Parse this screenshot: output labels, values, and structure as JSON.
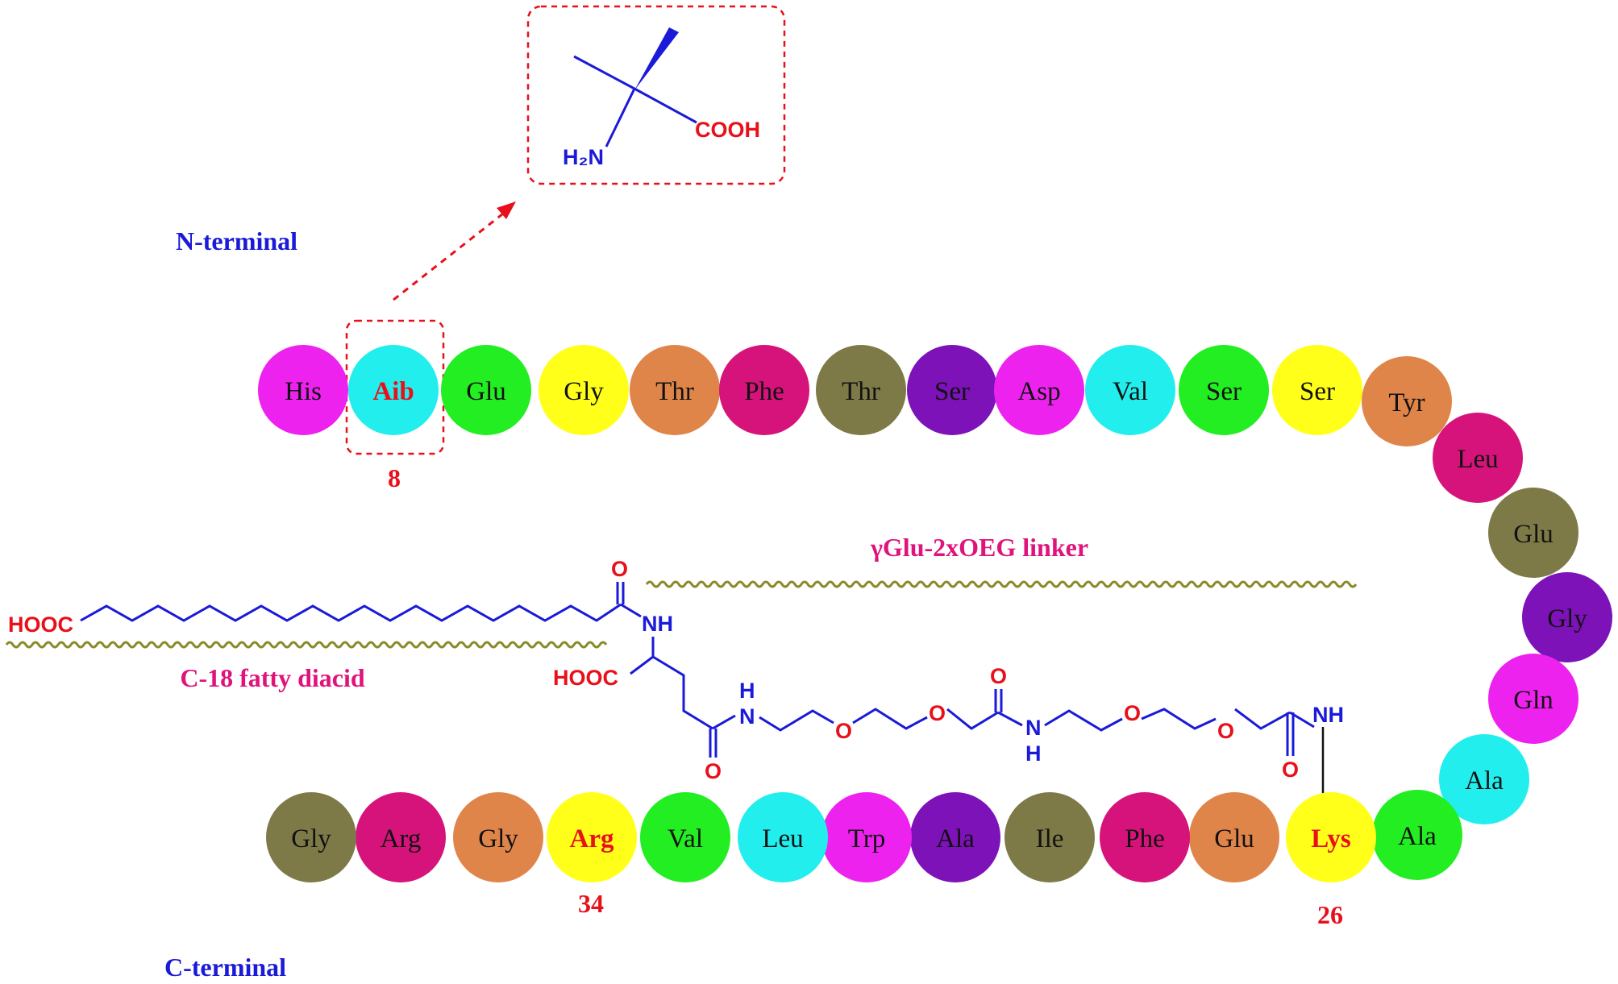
{
  "colors": {
    "blue": "#1a1ad8",
    "red": "#e8101a",
    "magenta": "#e0137c",
    "olive_wave": "#8a8a2a",
    "box_red": "#e8101a"
  },
  "labels": {
    "n_terminal": "N-terminal",
    "c_terminal": "C-terminal",
    "linker": "γGlu-2xOEG linker",
    "fatty_diacid": "C-18 fatty diacid",
    "pos_8": "8",
    "pos_34": "34",
    "pos_26": "26"
  },
  "aib_structure": {
    "cooh": "COOH",
    "h2n": "H₂N"
  },
  "side_chain": {
    "hooc_left": "HOOC",
    "hooc_glu": "HOOC",
    "nh1": "NH",
    "nh2": "H",
    "n2": "N",
    "nh3": "N",
    "h3": "H",
    "nh_end": "NH",
    "o_top": "O",
    "o_glu": "O",
    "o_ether1": "O",
    "o_ether2": "O",
    "o_carbonyl2": "O",
    "o_ether3": "O",
    "o_ether4": "O",
    "o_carbonyl3": "O"
  },
  "residues": [
    {
      "name": "His",
      "color": "#ee22ee",
      "text": "#111111"
    },
    {
      "name": "Aib",
      "color": "#22eeee",
      "text": "#e8101a",
      "bold": true
    },
    {
      "name": "Glu",
      "color": "#22ee22",
      "text": "#111111"
    },
    {
      "name": "Gly",
      "color": "#ffff1a",
      "text": "#111111"
    },
    {
      "name": "Thr",
      "color": "#e0854a",
      "text": "#111111"
    },
    {
      "name": "Phe",
      "color": "#d6137a",
      "text": "#111111"
    },
    {
      "name": "Thr",
      "color": "#7d7a47",
      "text": "#111111"
    },
    {
      "name": "Ser",
      "color": "#7c12b8",
      "text": "#111111"
    },
    {
      "name": "Asp",
      "color": "#ee22ee",
      "text": "#111111"
    },
    {
      "name": "Val",
      "color": "#22eeee",
      "text": "#111111"
    },
    {
      "name": "Ser",
      "color": "#22ee22",
      "text": "#111111"
    },
    {
      "name": "Ser",
      "color": "#ffff1a",
      "text": "#111111"
    },
    {
      "name": "Tyr",
      "color": "#e0854a",
      "text": "#111111"
    },
    {
      "name": "Leu",
      "color": "#d6137a",
      "text": "#111111"
    },
    {
      "name": "Glu",
      "color": "#7d7a47",
      "text": "#111111"
    },
    {
      "name": "Gly",
      "color": "#7c12b8",
      "text": "#111111"
    },
    {
      "name": "Gln",
      "color": "#ee22ee",
      "text": "#111111"
    },
    {
      "name": "Ala",
      "color": "#22eeee",
      "text": "#111111"
    },
    {
      "name": "Ala",
      "color": "#22ee22",
      "text": "#111111"
    },
    {
      "name": "Lys",
      "color": "#ffff1a",
      "text": "#e8101a",
      "bold": true
    },
    {
      "name": "Glu",
      "color": "#e0854a",
      "text": "#111111"
    },
    {
      "name": "Phe",
      "color": "#d6137a",
      "text": "#111111"
    },
    {
      "name": "Ile",
      "color": "#7d7a47",
      "text": "#111111"
    },
    {
      "name": "Ala",
      "color": "#7c12b8",
      "text": "#111111"
    },
    {
      "name": "Trp",
      "color": "#ee22ee",
      "text": "#111111"
    },
    {
      "name": "Leu",
      "color": "#22eeee",
      "text": "#111111"
    },
    {
      "name": "Val",
      "color": "#22ee22",
      "text": "#111111"
    },
    {
      "name": "Arg",
      "color": "#ffff1a",
      "text": "#e8101a",
      "bold": true
    },
    {
      "name": "Gly",
      "color": "#e0854a",
      "text": "#111111"
    },
    {
      "name": "Arg",
      "color": "#d6137a",
      "text": "#111111"
    },
    {
      "name": "Gly",
      "color": "#7d7a47",
      "text": "#111111"
    }
  ]
}
